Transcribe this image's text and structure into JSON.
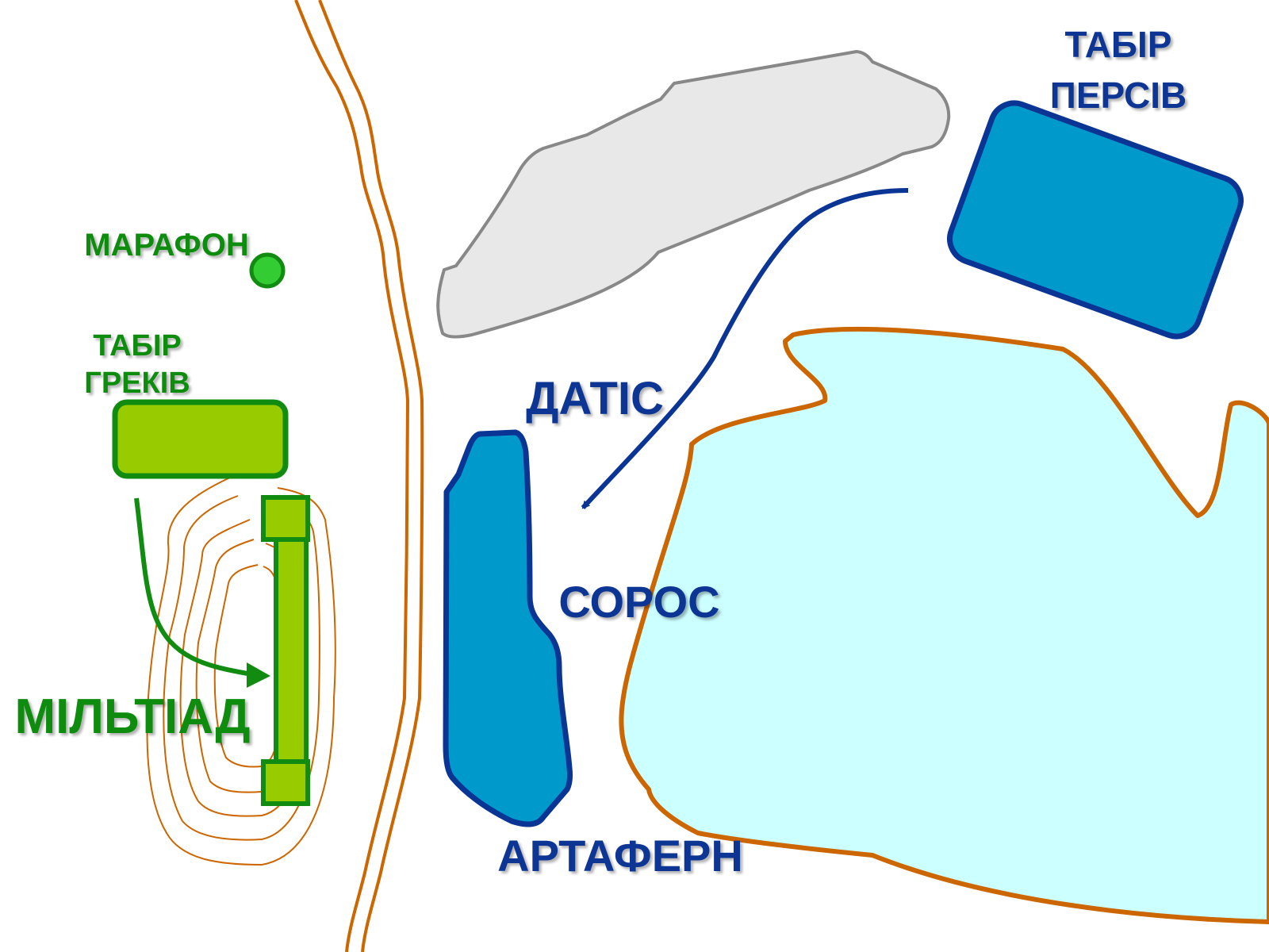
{
  "labels": {
    "persian_camp": [
      "ТАБІР",
      "ПЕРСІВ"
    ],
    "datis": "ДАТІС",
    "soros": "СОРОС",
    "artaphernes": "АРТАФЕРН",
    "marathon": "МАРАФОН",
    "greek_camp": [
      "ТАБІР",
      "ГРЕКІВ"
    ],
    "miltiades": "МІЛЬТІАД"
  },
  "icons": {
    "town": "filled-circle-icon",
    "movement": "arrow-icon",
    "camp": "rounded-rectangle-icon",
    "army_formation": "bar-formation-icon"
  },
  "colors": {
    "persian_blue": "#0099cc",
    "persian_outline": "#0a3594",
    "greek_green": "#99cc00",
    "greek_outline": "#118c11",
    "marathon_dot": "#33cc33",
    "terrain_lines": "#cc6600",
    "sea": "#ccffff",
    "mountain_fill": "#e8e8e8",
    "mountain_outline": "#888888",
    "label_blue": "#0a3594",
    "label_green": "#118c11"
  }
}
